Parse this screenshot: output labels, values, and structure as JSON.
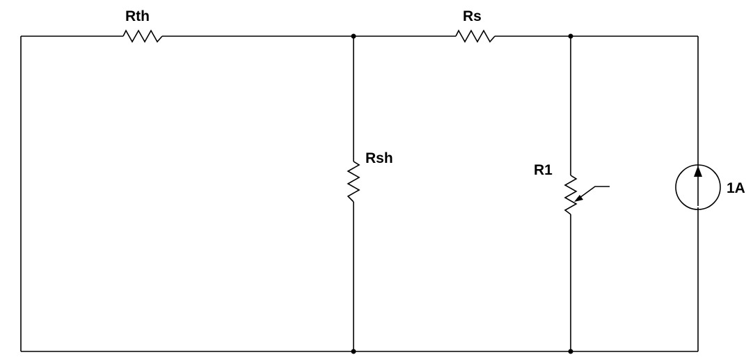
{
  "diagram": {
    "type": "circuit-schematic",
    "line_color": "#000000",
    "background": "#ffffff",
    "components": [
      {
        "id": "rth",
        "kind": "resistor",
        "label": "Rth"
      },
      {
        "id": "rs",
        "kind": "resistor",
        "label": "Rs"
      },
      {
        "id": "rsh",
        "kind": "resistor",
        "label": "Rsh"
      },
      {
        "id": "r1",
        "kind": "variable-resistor",
        "label": "R1"
      },
      {
        "id": "source",
        "kind": "current-source",
        "label": "1A",
        "direction": "up"
      }
    ],
    "nodes": [
      "top-junction-left",
      "top-junction-right",
      "bottom-junction-left",
      "bottom-junction-right"
    ]
  }
}
